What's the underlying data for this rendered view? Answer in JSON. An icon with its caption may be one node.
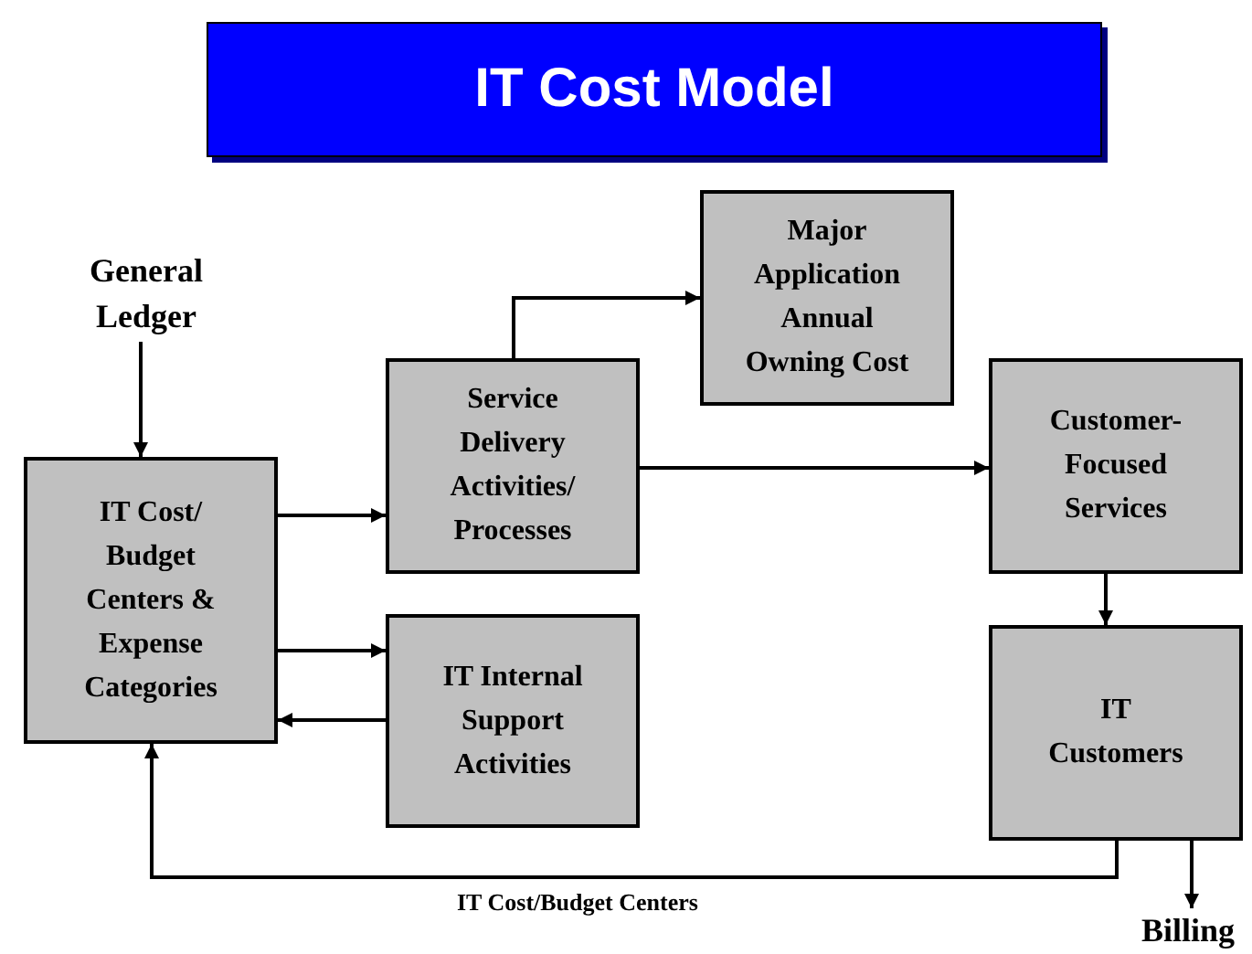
{
  "diagram": {
    "title": "IT Cost Model",
    "nodes": [
      {
        "text": [
          "General Ledger"
        ]
      },
      {
        "text": [
          "IT Cost/ Budget Centers & Expense Categories"
        ]
      },
      {
        "text": [
          "Service Delivery Activities/ Processes"
        ]
      },
      {
        "text": [
          "Major Application Annual Owning Cost"
        ]
      },
      {
        "text": [
          "Customer-Focused Services"
        ]
      },
      {
        "text": [
          "IT Internal Support Activities"
        ]
      },
      {
        "text": [
          "IT Customers"
        ]
      },
      {
        "text": [
          "Billing"
        ]
      }
    ],
    "edges": [
      {
        "from": 0,
        "to": 1,
        "arrow": "to"
      },
      {
        "from": 1,
        "to": 2,
        "arrow": "to"
      },
      {
        "from": 2,
        "to": 3,
        "arrow": "to"
      },
      {
        "from": 2,
        "to": 4,
        "arrow": "to"
      },
      {
        "from": 1,
        "to": 5,
        "arrow": "to"
      },
      {
        "from": 5,
        "to": 1,
        "arrow": "to"
      },
      {
        "from": 4,
        "to": 6,
        "arrow": "to"
      },
      {
        "from": 6,
        "to": 1,
        "arrow": "to",
        "label": "IT Cost/Budget Centers"
      },
      {
        "from": 6,
        "to": 7,
        "arrow": "to"
      }
    ]
  }
}
